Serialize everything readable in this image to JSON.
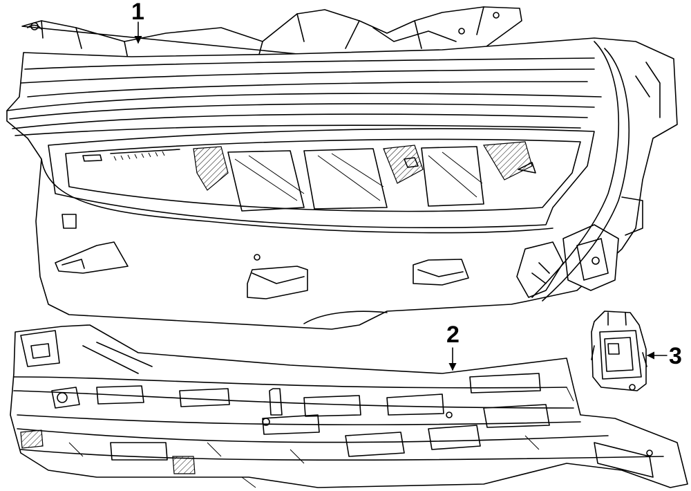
{
  "diagram": {
    "background": "#ffffff",
    "line_color": "#000000",
    "callouts": [
      {
        "id": "1",
        "label": "1"
      },
      {
        "id": "2",
        "label": "2"
      },
      {
        "id": "3",
        "label": "3"
      }
    ]
  }
}
